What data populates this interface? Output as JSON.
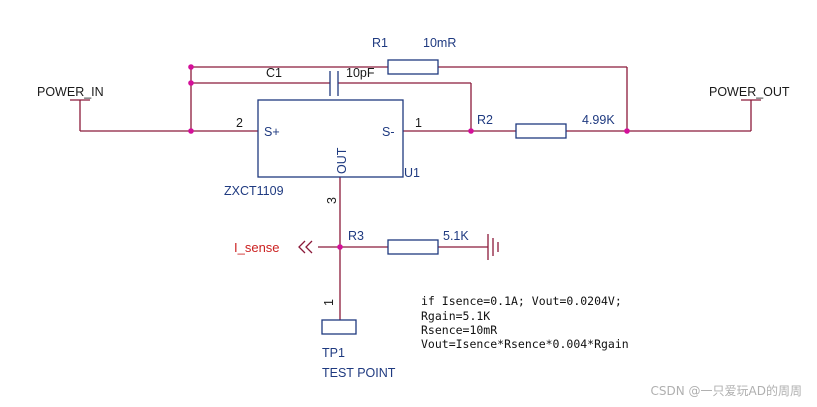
{
  "nets": {
    "power_in": "POWER_IN",
    "power_out": "POWER_OUT",
    "i_sense": "I_sense"
  },
  "components": {
    "r1": {
      "ref": "R1",
      "value": "10mR"
    },
    "c1": {
      "ref": "C1",
      "value": "10pF"
    },
    "r2": {
      "ref": "R2",
      "value": "4.99K"
    },
    "r3": {
      "ref": "R3",
      "value": "5.1K"
    },
    "u1": {
      "ref": "U1",
      "part": "ZXCT1109",
      "pin_sp": "S+",
      "pin_sm": "S-",
      "pin_out": "OUT",
      "pin_sp_num": "2",
      "pin_sm_num": "1",
      "pin_out_num": "3"
    },
    "tp1": {
      "ref": "TP1",
      "value": "TEST POINT",
      "pin_num": "1"
    }
  },
  "notes": [
    "if Isence=0.1A; Vout=0.0204V;",
    "Rgain=5.1K",
    "Rsence=10mR",
    "Vout=Isence*Rsence*0.004*Rgain"
  ],
  "watermark": "CSDN @一只爱玩AD的周周",
  "colors": {
    "wire": "#8b1a3a",
    "component": "#1f3a80",
    "junction": "#d4109a",
    "signal_label": "#cc2222"
  }
}
